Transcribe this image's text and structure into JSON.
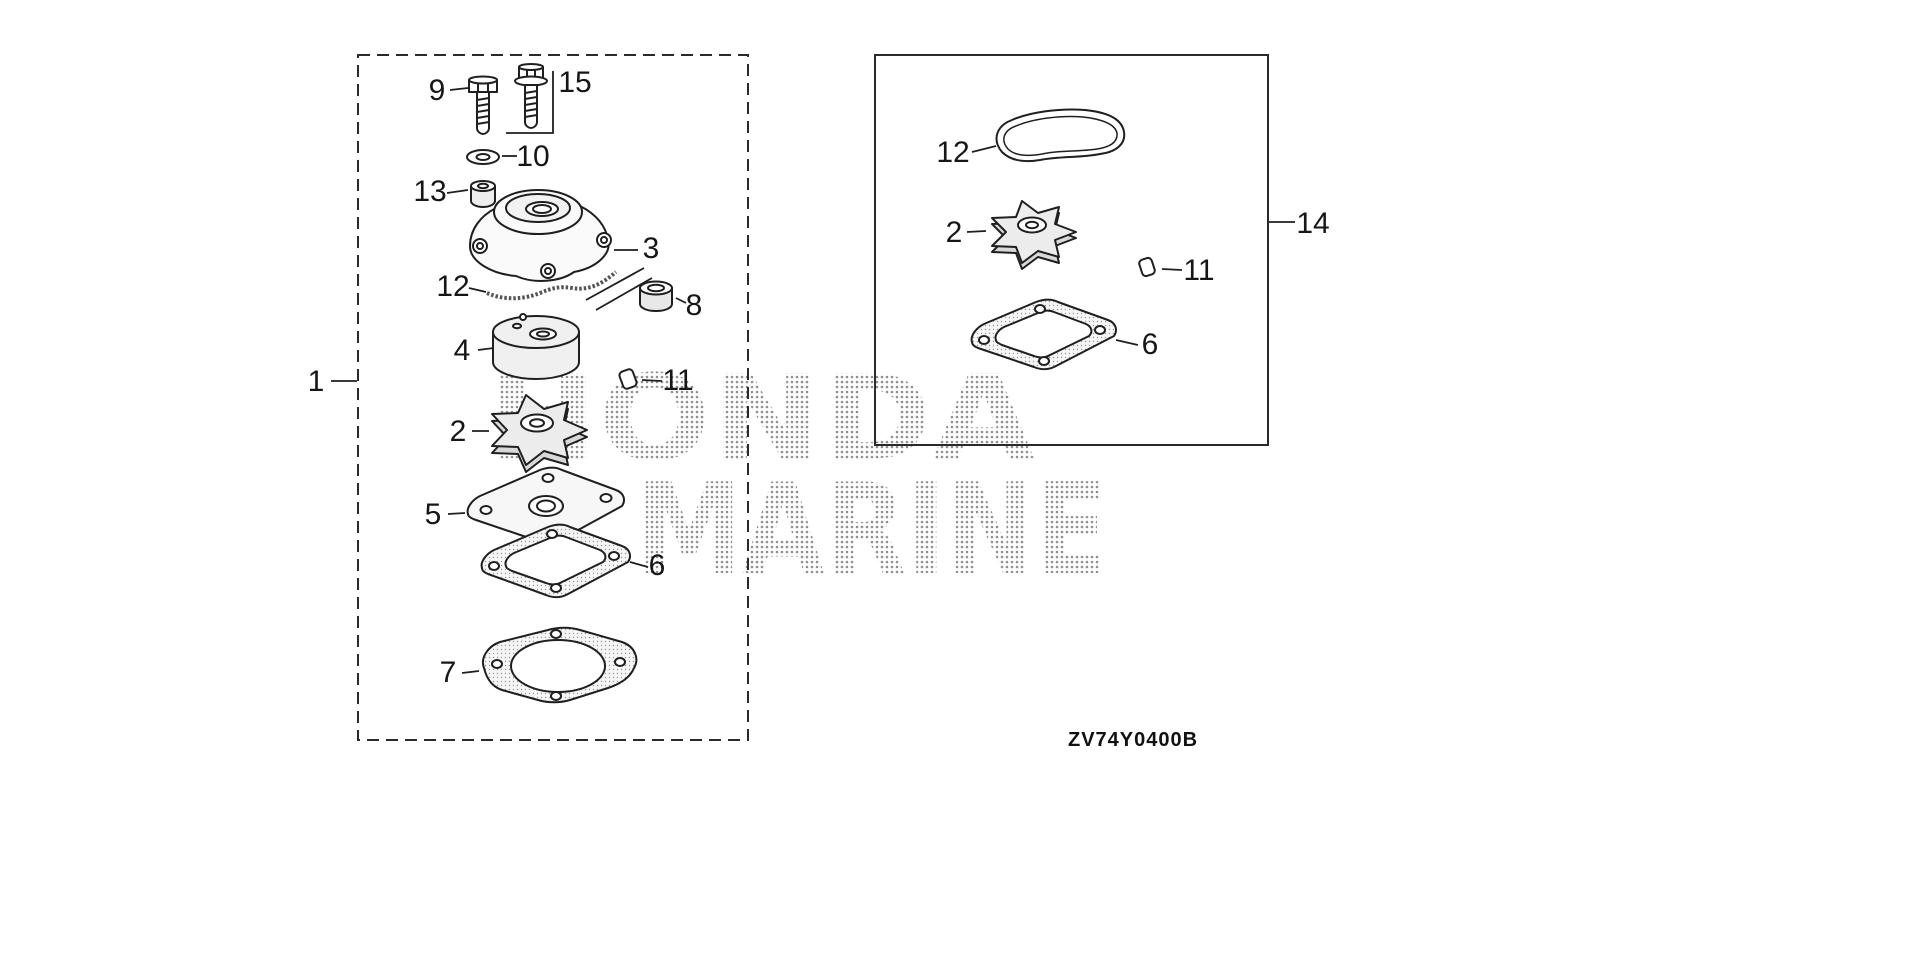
{
  "watermark": {
    "line1": "HONDA",
    "line2": "MARINE"
  },
  "drawing_code": "ZV74Y0400B",
  "left_group": {
    "label": "1",
    "callouts": [
      "9",
      "15",
      "10",
      "13",
      "3",
      "12",
      "8",
      "4",
      "11",
      "2",
      "5",
      "6",
      "7"
    ]
  },
  "right_group": {
    "label": "14",
    "callouts": [
      "12",
      "2",
      "11",
      "6"
    ]
  }
}
